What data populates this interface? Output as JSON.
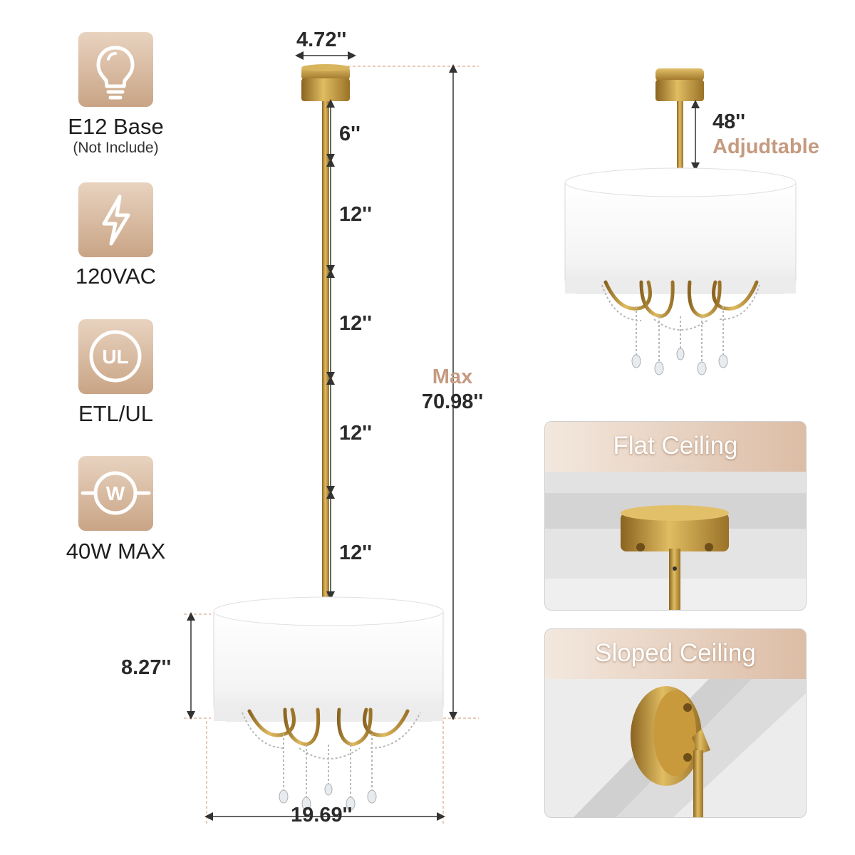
{
  "specs": [
    {
      "name": "base",
      "icon": "bulb-icon",
      "label": "E12 Base",
      "sublabel": "(Not Include)"
    },
    {
      "name": "voltage",
      "icon": "lightning-icon",
      "label": "120VAC"
    },
    {
      "name": "certification",
      "icon": "ul-icon",
      "label": "ETL/UL",
      "icon_text": "UL"
    },
    {
      "name": "wattage",
      "icon": "watt-icon",
      "label": "40W MAX",
      "icon_text": "W"
    }
  ],
  "dimensions": {
    "canopy_width": "4.72''",
    "rod_top": "6''",
    "rod_segments": [
      "12''",
      "12''",
      "12''",
      "12''"
    ],
    "shade_height": "8.27''",
    "shade_width": "19.69''",
    "max_word": "Max",
    "max_height": "70.98''"
  },
  "adjustable": {
    "value": "48''",
    "label": "Adjudtable"
  },
  "cards": [
    {
      "title": "Flat Ceiling"
    },
    {
      "title": "Sloped Ceiling"
    }
  ],
  "colors": {
    "accent": "#c59b80",
    "icon_tile_top": "#e8d3c0",
    "icon_tile_bottom": "#c9a485",
    "brass": "#c49a3a",
    "text": "#222222"
  }
}
